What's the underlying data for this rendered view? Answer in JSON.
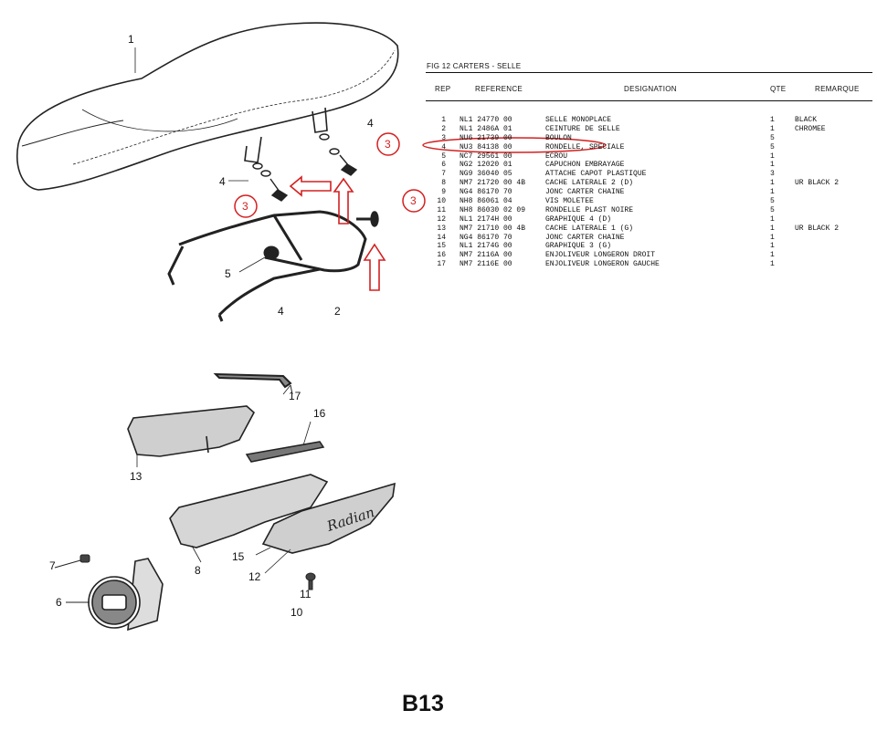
{
  "table": {
    "title": "FIG 12 CARTERS - SELLE",
    "headers": {
      "rep": "REP",
      "reference": "REFERENCE",
      "designation": "DESIGNATION",
      "qte": "QTE",
      "remarque": "REMARQUE"
    },
    "rows": [
      {
        "rep": "1",
        "ref": "NL1 24770 00",
        "des": "SELLE MONOPLACE",
        "qte": "1",
        "rem": "BLACK"
      },
      {
        "rep": "2",
        "ref": "NL1 2486A 01",
        "des": "CEINTURE DE SELLE",
        "qte": "1",
        "rem": "CHROMEE"
      },
      {
        "rep": "3",
        "ref": "NU6 21739 00",
        "des": "BOULON",
        "qte": "5",
        "rem": ""
      },
      {
        "rep": "4",
        "ref": "NU3 84138 00",
        "des": "RONDELLE, SPECIALE",
        "qte": "5",
        "rem": ""
      },
      {
        "rep": "5",
        "ref": "NC7 29561 00",
        "des": "ECROU",
        "qte": "1",
        "rem": ""
      },
      {
        "rep": "6",
        "ref": "NG2 12020 01",
        "des": "CAPUCHON EMBRAYAGE",
        "qte": "1",
        "rem": ""
      },
      {
        "rep": "7",
        "ref": "NG9 36040 05",
        "des": "ATTACHE CAPOT PLASTIQUE",
        "qte": "3",
        "rem": ""
      },
      {
        "rep": "8",
        "ref": "NM7 21720 00 4B",
        "des": "CACHE LATERALE 2 (D)",
        "qte": "1",
        "rem": "UR BLACK 2"
      },
      {
        "rep": "9",
        "ref": "NG4 86170 70",
        "des": "JONC CARTER CHAINE",
        "qte": "1",
        "rem": ""
      },
      {
        "rep": "10",
        "ref": "NH8 86061 04",
        "des": "VIS MOLETEE",
        "qte": "5",
        "rem": ""
      },
      {
        "rep": "11",
        "ref": "NH8 86030 02 09",
        "des": "RONDELLE PLAST NOIRE",
        "qte": "5",
        "rem": ""
      },
      {
        "rep": "12",
        "ref": "NL1 2174H 00",
        "des": "GRAPHIQUE 4 (D)",
        "qte": "1",
        "rem": ""
      },
      {
        "rep": "13",
        "ref": "NM7 21710 00 4B",
        "des": "CACHE LATERALE 1 (G)",
        "qte": "1",
        "rem": "UR BLACK 2"
      },
      {
        "rep": "14",
        "ref": "NG4 86170 70",
        "des": "JONC CARTER CHAINE",
        "qte": "1",
        "rem": ""
      },
      {
        "rep": "15",
        "ref": "NL1 2174G 00",
        "des": "GRAPHIQUE 3 (G)",
        "qte": "1",
        "rem": ""
      },
      {
        "rep": "16",
        "ref": "NM7 2116A 00",
        "des": "ENJOLIVEUR LONGERON DROIT",
        "qte": "1",
        "rem": ""
      },
      {
        "rep": "17",
        "ref": "NM7 2116E 00",
        "des": "ENJOLIVEUR LONGERON GAUCHE",
        "qte": "1",
        "rem": ""
      }
    ]
  },
  "callouts": {
    "seat": "1",
    "frame_right": "4",
    "washer_left": "4",
    "nut": "5",
    "frame_bottom_left": "4",
    "frame_bottom_right": "2",
    "trim_17": "17",
    "trim_16": "16",
    "cover_13": "13",
    "cover_8": "8",
    "graphic_15": "15",
    "graphic_12": "12",
    "clip_7": "7",
    "cap_6": "6",
    "washer_11": "11",
    "screw_10": "10"
  },
  "annotations": {
    "circle_a": "3",
    "circle_b": "3",
    "circle_c": "3",
    "color": "#d42020"
  },
  "cover_script": "Radian",
  "page_label": "B13"
}
